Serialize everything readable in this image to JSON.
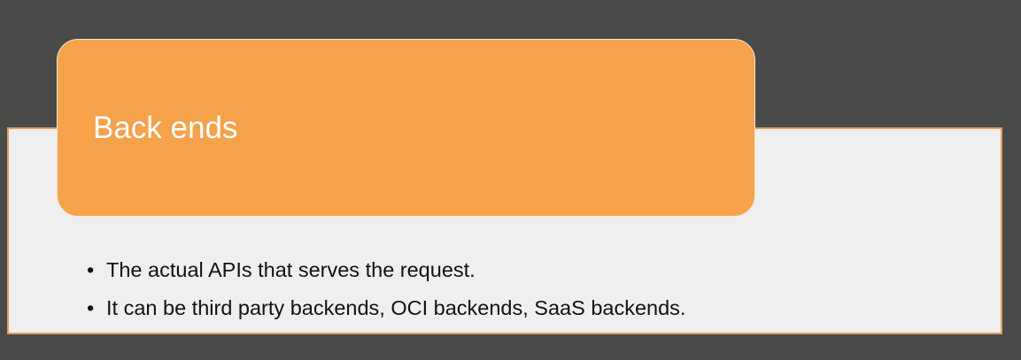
{
  "title": "Back ends",
  "bullets": [
    "The actual APIs that serves the request.",
    "It can be third party backends, OCI backends, SaaS backends."
  ],
  "bullet_symbol": "•",
  "colors": {
    "accent": "#f5a24b",
    "panel": "#efefef",
    "background": "#4a4a48"
  }
}
